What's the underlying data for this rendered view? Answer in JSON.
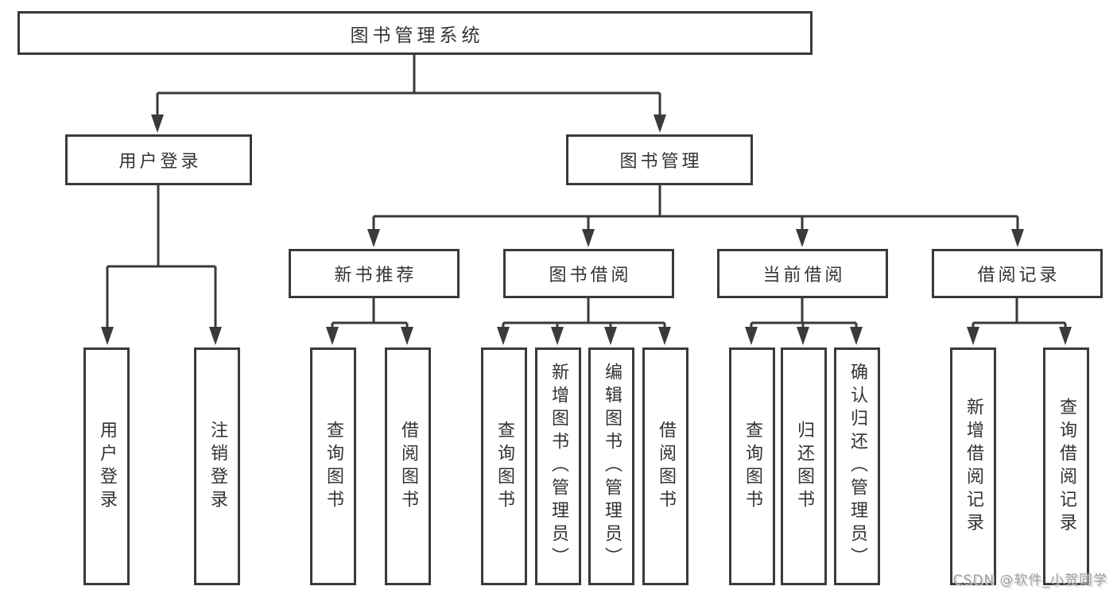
{
  "root_label": "图书管理系统",
  "level2": [
    {
      "label": "用户登录"
    },
    {
      "label": "图书管理"
    }
  ],
  "level3": [
    {
      "label": "新书推荐"
    },
    {
      "label": "图书借阅"
    },
    {
      "label": "当前借阅"
    },
    {
      "label": "借阅记录"
    }
  ],
  "leaves": [
    {
      "label": "用户登录"
    },
    {
      "label": "注销登录"
    },
    {
      "label": "查询图书"
    },
    {
      "label": "借阅图书"
    },
    {
      "label": "查询图书"
    },
    {
      "label": "新增图书（管理员）"
    },
    {
      "label": "编辑图书（管理员）"
    },
    {
      "label": "借阅图书"
    },
    {
      "label": "查询图书"
    },
    {
      "label": "归还图书"
    },
    {
      "label": "确认归还（管理员）"
    },
    {
      "label": "新增借阅记录"
    },
    {
      "label": "查询借阅记录"
    }
  ],
  "watermark": "CSDN @软件_小贺同学",
  "colors": {
    "line": "#3a3a3a",
    "text": "#333333",
    "watermark": "#9e9e9e",
    "background": "#ffffff"
  }
}
